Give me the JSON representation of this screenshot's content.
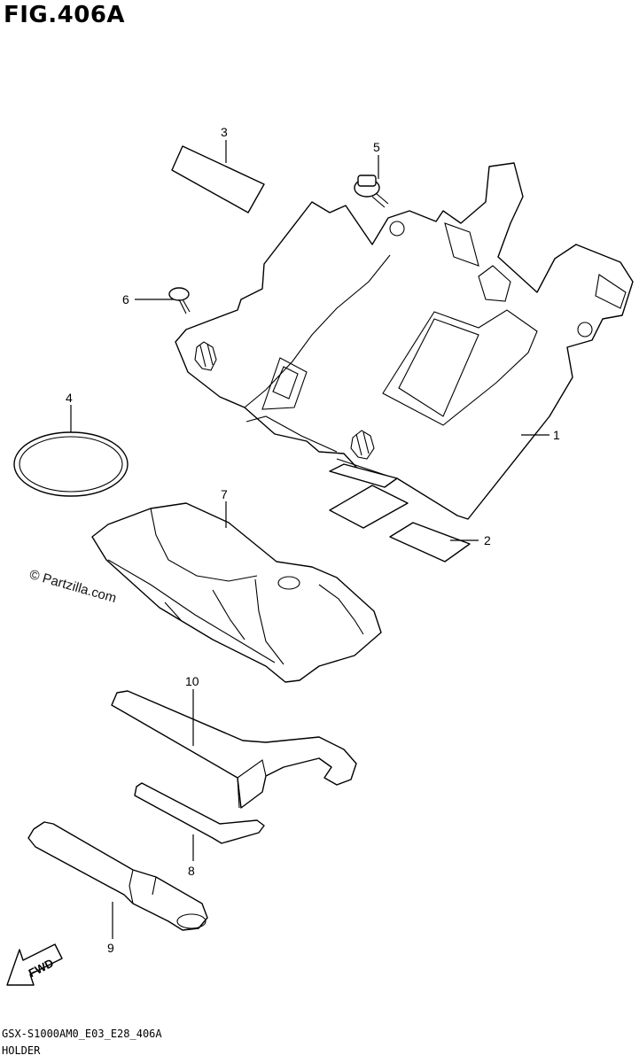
{
  "figure": {
    "title": "FIG.406A",
    "watermark": "© Partzilla.com",
    "code": "GSX-S1000AM0_E03_E28_406A",
    "name": "HOLDER",
    "direction_label": "FWD"
  },
  "callouts": [
    {
      "id": "1",
      "label": "1"
    },
    {
      "id": "2",
      "label": "2"
    },
    {
      "id": "3",
      "label": "3"
    },
    {
      "id": "4",
      "label": "4"
    },
    {
      "id": "5",
      "label": "5"
    },
    {
      "id": "6",
      "label": "6"
    },
    {
      "id": "7",
      "label": "7"
    },
    {
      "id": "8",
      "label": "8"
    },
    {
      "id": "9",
      "label": "9"
    },
    {
      "id": "10",
      "label": "10"
    }
  ]
}
